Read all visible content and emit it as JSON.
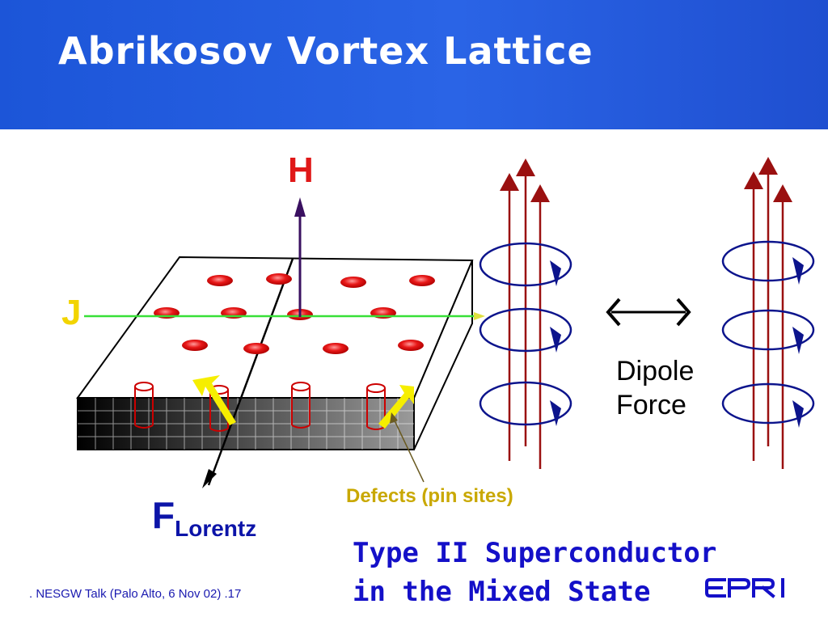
{
  "slide": {
    "title": "Abrikosov Vortex Lattice",
    "footer": ". NESGW Talk (Palo Alto, 6 Nov 02) .17"
  },
  "labels": {
    "field": "H",
    "current": "J",
    "force_main": "F",
    "force_sub": "Lorentz",
    "dipole_line1": "Dipole",
    "dipole_line2": "Force",
    "defects": "Defects (pin sites)",
    "caption_line1": "Type II Superconductor",
    "caption_line2": "in the Mixed State"
  },
  "logo": {
    "text": "EPRI",
    "icon": "epri-logo"
  },
  "colors": {
    "title_bar": "#1c55d8",
    "field_arrow": "#3a1060",
    "current_line": "#38e038",
    "vortex": "#e01010",
    "flux_lines": "#9a1010",
    "current_loops": "#0c148c",
    "defects_label": "#c9a800",
    "caption": "#1410c8"
  }
}
